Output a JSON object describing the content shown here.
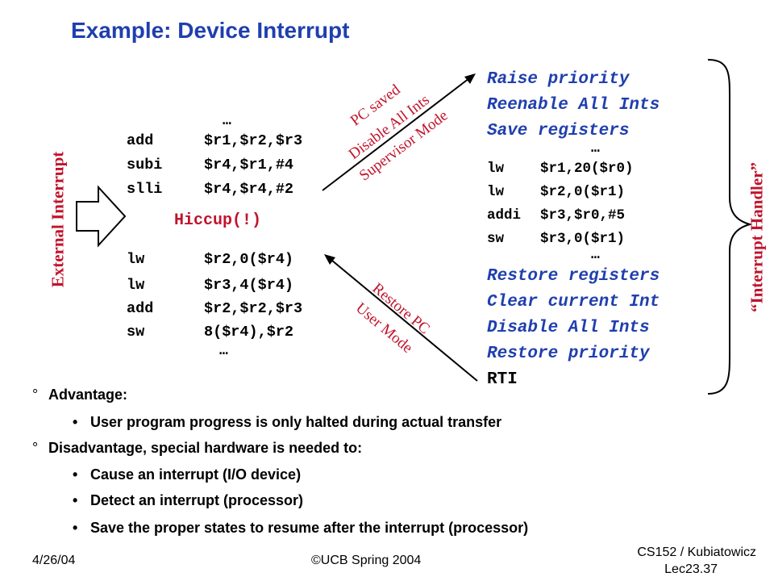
{
  "title": "Example: Device Interrupt",
  "external_label": "External Interrupt",
  "handler_label": "“Interrupt Handler”",
  "user_code": {
    "dots_top": "…",
    "lines_before": [
      {
        "op": "add",
        "args": "$r1,$r2,$r3"
      },
      {
        "op": "subi",
        "args": "$r4,$r1,#4"
      },
      {
        "op": "slli",
        "args": "$r4,$r4,#2"
      }
    ],
    "hiccup": "Hiccup(!)",
    "lines_after": [
      {
        "op": "lw",
        "args": "$r2,0($r4)"
      },
      {
        "op": "lw",
        "args": "$r3,4($r4)"
      },
      {
        "op": "add",
        "args": "$r2,$r2,$r3"
      },
      {
        "op": "sw",
        "args": "8($r4),$r2"
      }
    ],
    "dots_bottom": "…"
  },
  "arrow_up_labels": [
    "PC saved",
    "Disable All Ints",
    "Supervisor Mode"
  ],
  "arrow_down_labels": [
    "Restore PC",
    "User Mode"
  ],
  "handler": {
    "top_lines": [
      "Raise priority",
      "Reenable All Ints",
      "Save registers"
    ],
    "dots_top": "…",
    "code": [
      {
        "op": "lw",
        "args": "$r1,20($r0)"
      },
      {
        "op": "lw",
        "args": "$r2,0($r1)"
      },
      {
        "op": "addi",
        "args": "$r3,$r0,#5"
      },
      {
        "op": "sw",
        "args": "$r3,0($r1)"
      }
    ],
    "dots_bottom": "…",
    "bottom_lines": [
      "Restore registers",
      "Clear current Int",
      "Disable All Ints",
      "Restore priority"
    ],
    "rti": "RTI"
  },
  "bullets": [
    {
      "level": 1,
      "marker": "°",
      "text": "Advantage:"
    },
    {
      "level": 2,
      "marker": "•",
      "text": "User program progress is only halted during actual transfer"
    },
    {
      "level": 1,
      "marker": "°",
      "text": "Disadvantage,  special hardware is needed to:"
    },
    {
      "level": 2,
      "marker": "•",
      "text": "Cause an interrupt (I/O device)"
    },
    {
      "level": 2,
      "marker": "•",
      "text": "Detect an interrupt (processor)"
    },
    {
      "level": 2,
      "marker": "•",
      "text": "Save the proper states to resume after the interrupt (processor)"
    }
  ],
  "footer": {
    "date": "4/26/04",
    "copyright": "©UCB Spring 2004",
    "course": "CS152 / Kubiatowicz",
    "lecture": "Lec23.37"
  },
  "colors": {
    "title": "#1f3fae",
    "accent": "#c0142c",
    "handler_text": "#1f3fae"
  }
}
